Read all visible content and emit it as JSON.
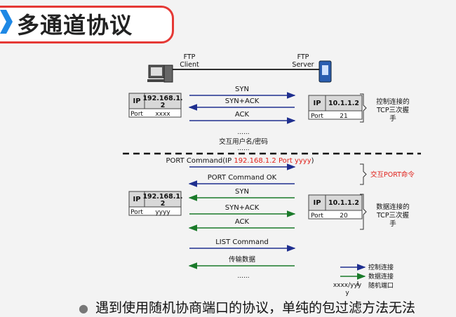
{
  "title": "多通道协议",
  "nodes": {
    "client": "FTP\nClient",
    "server": "FTP\nServer"
  },
  "control": {
    "client_table": {
      "ip_label": "IP",
      "ip": "192.168.1.\n2",
      "port_label": "Port",
      "port": "xxxx"
    },
    "server_table": {
      "ip_label": "IP",
      "ip": "10.1.1.2",
      "port_label": "Port",
      "port": "21"
    },
    "arrows": [
      "SYN",
      "SYN+ACK",
      "ACK"
    ],
    "note": "控制连接的\nTCP三次握\n手",
    "dots1": "......",
    "user_pass": "交互用户名/密码",
    "dots2": "......"
  },
  "port_cmd": {
    "prefix": "PORT Command(IP ",
    "highlight": "192.168.1.2 Port yyyy",
    "suffix": ")"
  },
  "port_ok": "PORT Command OK",
  "port_note": "交互PORT命令",
  "data": {
    "client_table": {
      "ip_label": "IP",
      "ip": "192.168.1.\n2",
      "port_label": "Port",
      "port": "yyyy"
    },
    "server_table": {
      "ip_label": "IP",
      "ip": "10.1.1.2",
      "port_label": "Port",
      "port": "20"
    },
    "arrows": [
      "SYN",
      "SYN+ACK",
      "ACK"
    ],
    "note": "数据连接的\nTCP三次握\n手",
    "list_cmd": "LIST Command",
    "transfer": "传输数据",
    "dots": "......"
  },
  "legend": {
    "control": "控制连接",
    "data": "数据连接",
    "random": "随机端口",
    "random_label": "xxxx/yyy\ny"
  },
  "bullet": "遇到使用随机协商端口的协议，单纯的包过滤方法无法",
  "colors": {
    "control": "#1f2f8f",
    "data": "#1a7a2a",
    "highlight": "#e0201a",
    "frame": "#e53935"
  }
}
